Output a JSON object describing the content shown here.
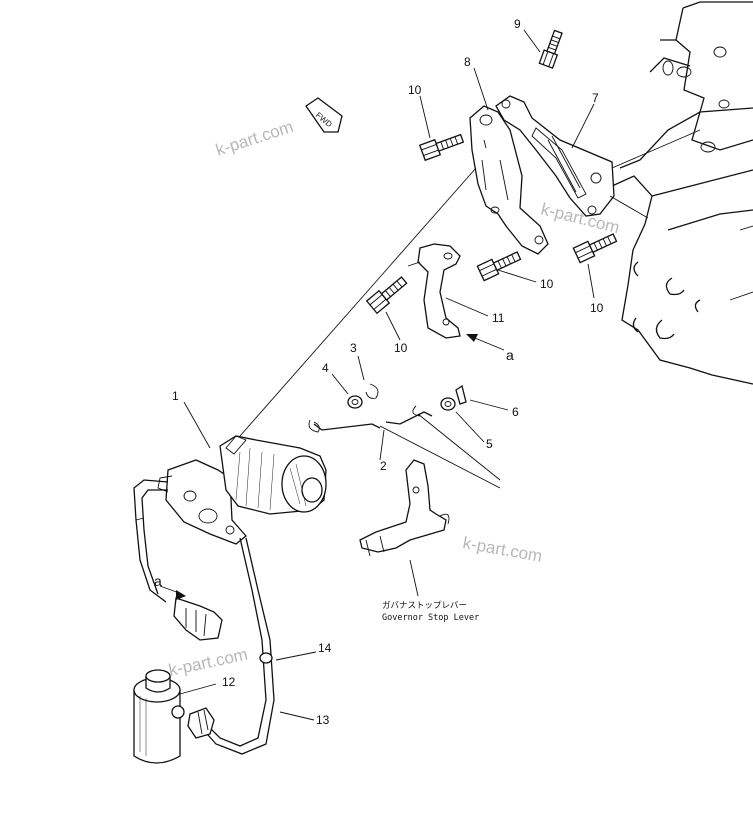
{
  "watermark": "k-part.com",
  "fwd_mark": "FWD",
  "caption": {
    "japanese": "ガバナストップレバー",
    "english": "Governor Stop Lever"
  },
  "view_label": "a",
  "part_numbers": {
    "p1": "1",
    "p2": "2",
    "p3": "3",
    "p4": "4",
    "p5": "5",
    "p6": "6",
    "p7": "7",
    "p8": "8",
    "p9": "9",
    "p10": "10",
    "p11": "11",
    "p12": "12",
    "p13": "13",
    "p14": "14"
  }
}
